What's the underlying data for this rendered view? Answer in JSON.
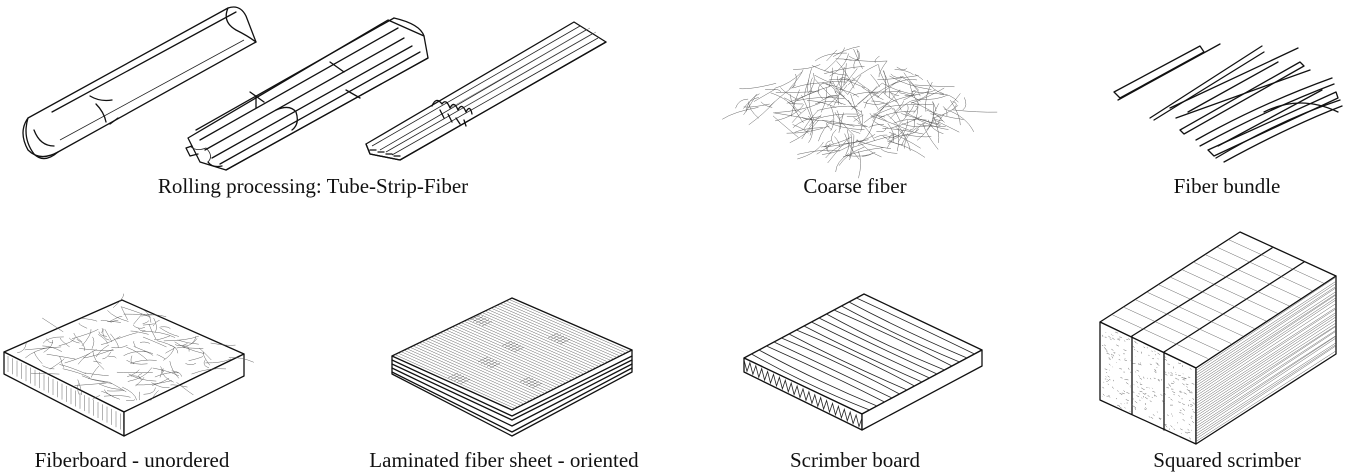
{
  "captions": {
    "rolling": "Rolling processing: Tube-Strip-Fiber",
    "coarse": "Coarse fiber",
    "bundle": "Fiber bundle",
    "fiberboard": "Fiberboard - unordered",
    "laminated": "Laminated fiber sheet - oriented",
    "scrimber_board": "Scrimber board",
    "squared": "Squared scrimber"
  },
  "colors": {
    "line": "#111111",
    "hatch": "#555555",
    "background": "#ffffff"
  },
  "icons": [
    "tube-icon",
    "split-strip-icon",
    "flattened-strip-icon",
    "coarse-fiber-mesh-icon",
    "fiber-bundle-icon",
    "fiberboard-slab-icon",
    "laminated-stack-icon",
    "scrimber-board-icon",
    "squared-scrimber-block-icon"
  ]
}
